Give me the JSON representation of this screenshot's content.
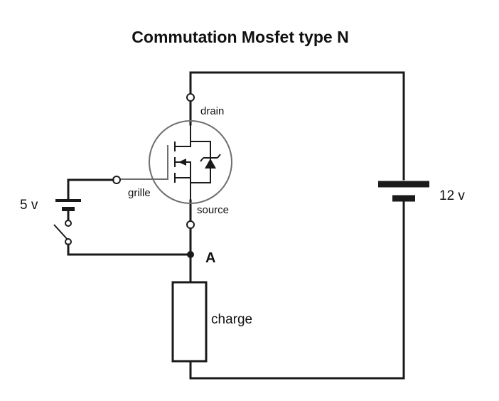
{
  "title": "Commutation Mosfet type N",
  "labels": {
    "drain": "drain",
    "source": "source",
    "grille": "grille",
    "gate_voltage": "5 v",
    "supply_voltage": "12 v",
    "node": "A",
    "load": "charge"
  },
  "colors": {
    "wire": "#1a1a1a",
    "mosfet_outline": "#6e6e6e"
  }
}
